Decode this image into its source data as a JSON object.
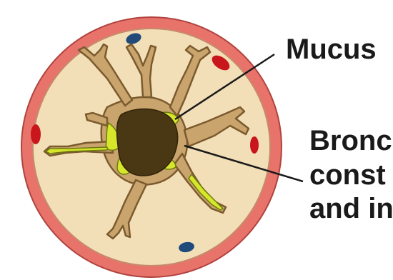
{
  "labels": {
    "mucus": "Mucus",
    "constriction_line1": "Bronc",
    "constriction_line2": "const",
    "constriction_line3": "and in"
  },
  "colors": {
    "outer_wall": "#e8736b",
    "outer_stroke": "#b0433e",
    "tissue": "#f3dfb7",
    "lining": "#c9a46c",
    "lining_stroke": "#7a5a2e",
    "lumen": "#4a3814",
    "mucus": "#d7e62a",
    "mucus_stroke": "#6c7a10",
    "red_vessel": "#c8161c",
    "blue_vessel": "#1f4a7a",
    "pointer": "#1a1a1a"
  },
  "icons": [
    "airway-cross-section",
    "blood-vessel-red",
    "blood-vessel-blue",
    "mucus-plug"
  ]
}
